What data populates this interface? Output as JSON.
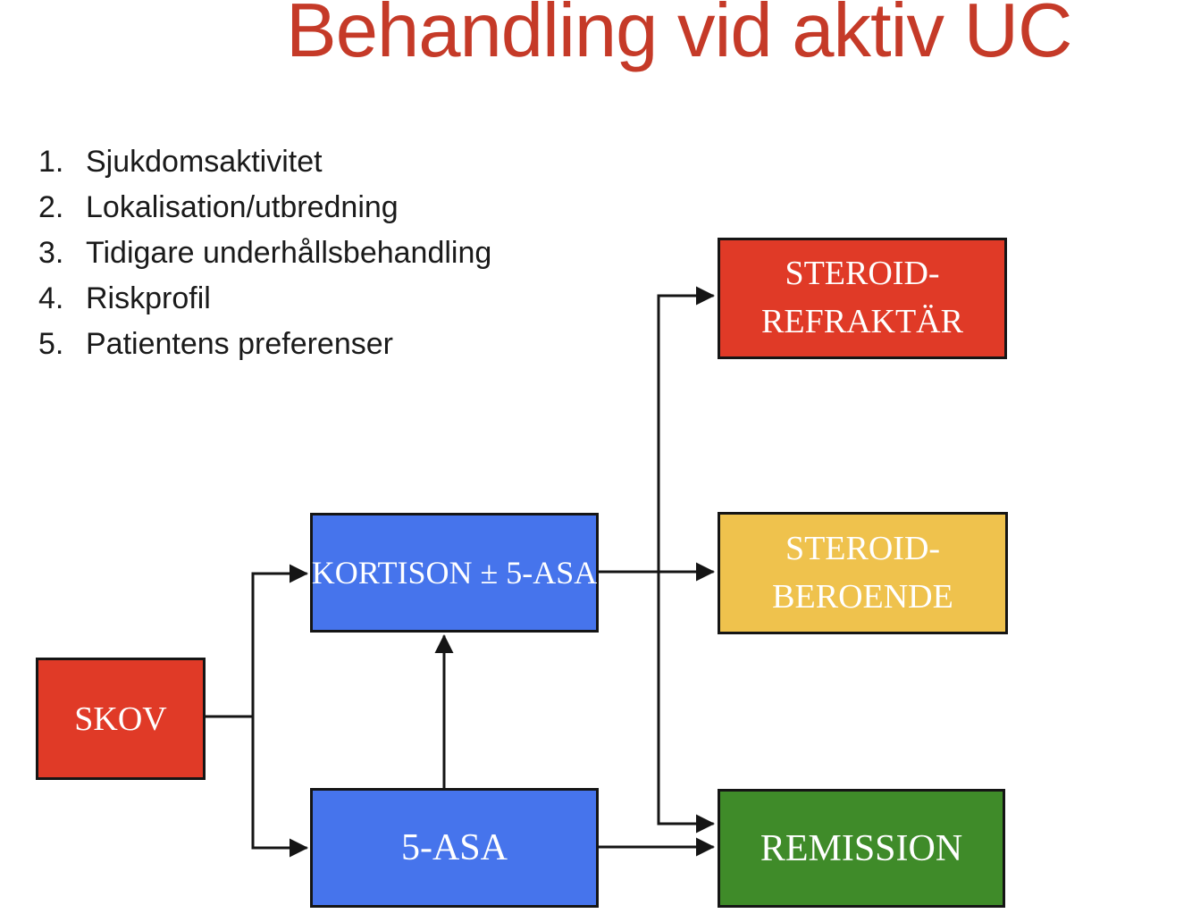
{
  "slide": {
    "title": "Behandling vid aktiv UC"
  },
  "factors": {
    "items": [
      {
        "number": "1.",
        "text": "Sjukdomsaktivitet"
      },
      {
        "number": "2.",
        "text": "Lokalisation/utbredning"
      },
      {
        "number": "3.",
        "text": "Tidigare underhållsbehandling"
      },
      {
        "number": "4.",
        "text": "Riskprofil"
      },
      {
        "number": "5.",
        "text": "Patientens preferenser"
      }
    ]
  },
  "flowchart": {
    "boxes": {
      "skov": {
        "label": "SKOV",
        "color": "#e03a27"
      },
      "kortison": {
        "label": "KORTISON ± 5-ASA",
        "color": "#4674ec"
      },
      "asa": {
        "label": "5-ASA",
        "color": "#4674ec"
      },
      "refraktar": {
        "line1": "STEROID-",
        "line2": "REFRAKTÄR",
        "color": "#e03a27"
      },
      "beroende": {
        "line1": "STEROID-",
        "line2": "BEROENDE",
        "color": "#efc24d"
      },
      "remission": {
        "label": "REMISSION",
        "color": "#3f8b29"
      }
    },
    "connections": [
      "SKOV → KORTISON ± 5-ASA",
      "SKOV → 5-ASA",
      "5-ASA → KORTISON ± 5-ASA",
      "KORTISON ± 5-ASA → STEROID-REFRAKTÄR",
      "KORTISON ± 5-ASA → STEROID-BEROENDE",
      "KORTISON ± 5-ASA → REMISSION",
      "5-ASA → REMISSION"
    ]
  },
  "colors": {
    "title_red": "#c53a28",
    "list_text": "#1a1a1a",
    "box_red": "#e03a27",
    "box_blue": "#4674ec",
    "box_yellow": "#efc24d",
    "box_green": "#3f8b29",
    "box_text": "#ffffff",
    "line_and_border": "#151515",
    "background": "#ffffff"
  }
}
